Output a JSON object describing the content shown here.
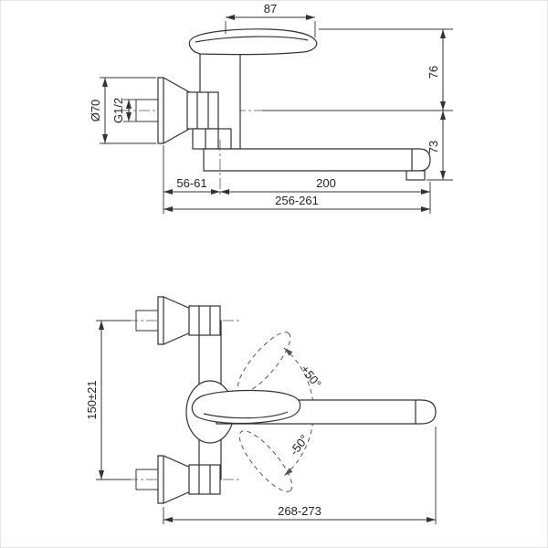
{
  "drawing": {
    "kind": "wall-mounted single-lever faucet dimensional drawing",
    "colors": {
      "line": "#333333",
      "centerline": "#555555",
      "background": "#ffffff"
    },
    "side_view": {
      "handle_length": "87",
      "height_upper": "76",
      "height_lower": "73",
      "escutcheon_diameter": "Ø70",
      "thread": "G1/2",
      "wall_offset": "56-61",
      "spout_reach": "200",
      "overall_depth": "256-261"
    },
    "front_view": {
      "connection_spacing": "150±21",
      "overall_width": "268-273",
      "swing_plus": "+50°",
      "swing_minus": "-50°"
    }
  }
}
